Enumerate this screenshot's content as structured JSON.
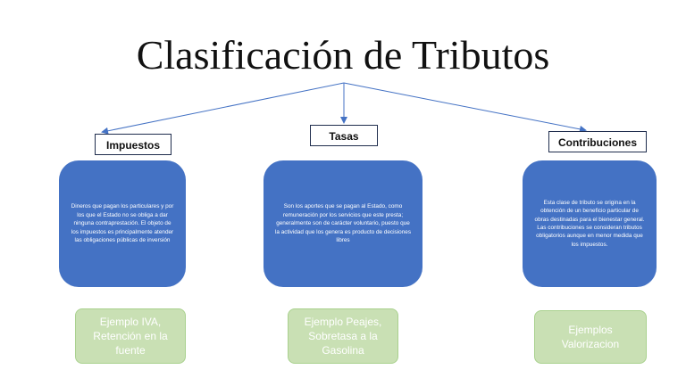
{
  "title": "Clasificación de Tributos",
  "categories": [
    {
      "label": "Impuestos",
      "description": "Dineros que pagan los particulares y por los que el Estado no se obliga a dar ninguna contraprestación. El objeto de los impuestos es principalmente atender las obligaciones públicas de inversión",
      "example": "Ejemplo IVA, Retención en la fuente"
    },
    {
      "label": "Tasas",
      "description": "Son los aportes que se pagan al Estado, como remuneración por los servicios que este presta; generalmente son de carácter voluntario, puesto que la actividad que los genera es producto de decisiones libres",
      "example": "Ejemplo Peajes, Sobretasa a la Gasolina"
    },
    {
      "label": "Contribuciones",
      "description": "Esta clase de tributo se origina en la obtención de un beneficio particular de obras destinadas para el bienestar general. Las contribuciones se consideran tributos obligatorios aunque en menor medida que los impuestos.",
      "example": "Ejemplos Valorizacion"
    }
  ],
  "colors": {
    "card": "#4472c4",
    "connector": "#4472c4",
    "example_bg": "#c9e0b4",
    "label_border": "#1f2d4d"
  }
}
